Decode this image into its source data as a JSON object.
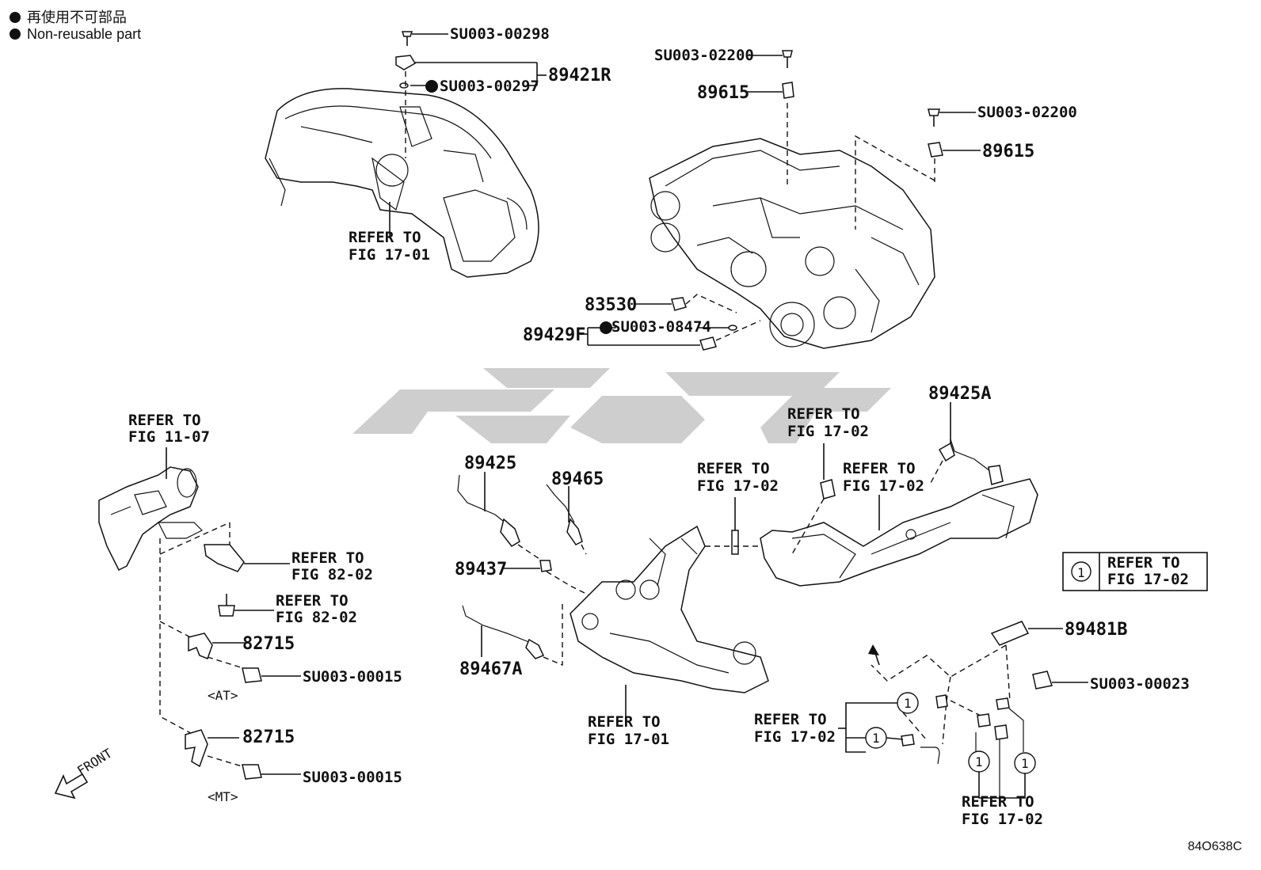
{
  "legend": {
    "line1": "再使用不可部品",
    "line2": "Non-reusable part"
  },
  "figure_code": "84O638C",
  "watermark_text": "علوف",
  "callouts": {
    "su003_00298": "SU003-00298",
    "su003_00297": "SU003-00297",
    "p89421R": "89421R",
    "refer_1701_top_1": "REFER TO",
    "refer_1701_top_2": "FIG 17-01",
    "su003_02200_a": "SU003-02200",
    "p89615_a": "89615",
    "su003_02200_b": "SU003-02200",
    "p89615_b": "89615",
    "p83530": "83530",
    "p89429F": "89429F",
    "su003_08474": "SU003-08474",
    "refer_1107_1": "REFER TO",
    "refer_1107_2": "FIG 11-07",
    "refer_8202a_1": "REFER TO",
    "refer_8202a_2": "FIG 82-02",
    "refer_8202b_1": "REFER TO",
    "refer_8202b_2": "FIG 82-02",
    "p82715_a": "82715",
    "su003_00015_a": "SU003-00015",
    "at_label": "<AT>",
    "p82715_b": "82715",
    "su003_00015_b": "SU003-00015",
    "mt_label": "<MT>",
    "front_label": "FRONT",
    "p89425": "89425",
    "p89465": "89465",
    "p89437": "89437",
    "p89467A": "89467A",
    "refer_1701_bot_1": "REFER TO",
    "refer_1701_bot_2": "FIG 17-01",
    "refer_1702_mid_1": "REFER TO",
    "refer_1702_mid_2": "FIG 17-02",
    "refer_1702_top_1": "REFER TO",
    "refer_1702_top_2": "FIG 17-02",
    "refer_1702_right_1": "REFER TO",
    "refer_1702_right_2": "FIG 17-02",
    "p89425A": "89425A",
    "box_num": "1",
    "box_refer_1": "REFER TO",
    "box_refer_2": "FIG 17-02",
    "p89481B": "89481B",
    "su003_00023": "SU003-00023",
    "refer_1702_lowleft_1": "REFER TO",
    "refer_1702_lowleft_2": "FIG 17-02",
    "refer_1702_lowright_1": "REFER TO",
    "refer_1702_lowright_2": "FIG 17-02",
    "circle_num": "1"
  }
}
